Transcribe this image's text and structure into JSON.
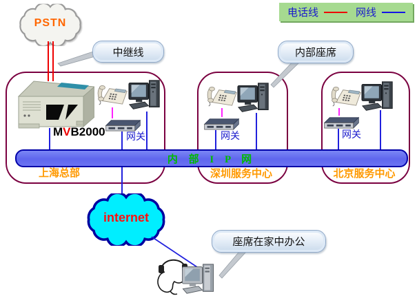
{
  "legend": {
    "items": [
      {
        "label": "电话线",
        "color": "#EE0000"
      },
      {
        "label": "网线",
        "color": "#1414E6"
      }
    ],
    "background": "#A6DA90"
  },
  "pstn": {
    "label": "PSTN"
  },
  "internet": {
    "label": "internet"
  },
  "backbone": {
    "label": "内 部 I P 网",
    "fill": "#6066EE",
    "border": "#0000A8",
    "text_color": "#00BB00"
  },
  "callouts": {
    "trunk": "中继线",
    "internal_agent": "内部座席",
    "home_agent": "座席在家中办公"
  },
  "server": {
    "label_m": "M",
    "label_v": "V",
    "label_rest": "B2000",
    "v_color": "#EE0000"
  },
  "groups": [
    {
      "name": "上海总部",
      "gateway_label": "网关"
    },
    {
      "name": "深圳服务中心",
      "gateway_label": "网关"
    },
    {
      "name": "北京服务中心",
      "gateway_label": "网关"
    }
  ],
  "colors": {
    "group_border": "#7A0040",
    "site_label": "#FF9900",
    "phone_line": "#EE0000",
    "net_line": "#2020DD",
    "analog_line": "#FF22FF",
    "internet_cloud_fill": "#00EEFF",
    "pstn_text": "#FF6600",
    "internet_text": "#FF1010"
  }
}
